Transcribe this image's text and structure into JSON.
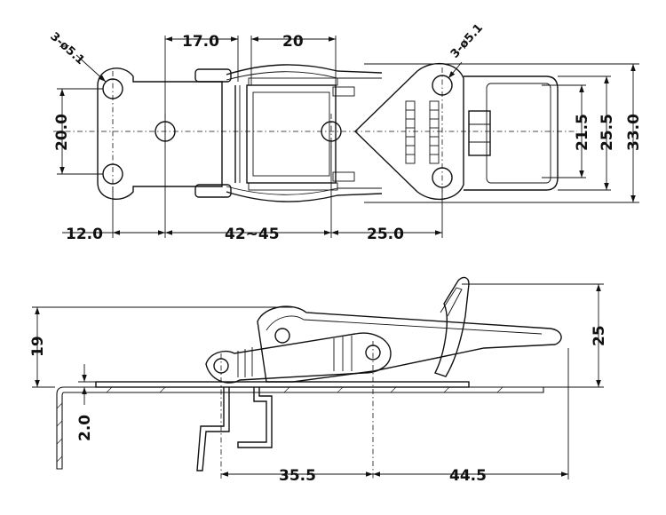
{
  "top_view": {
    "hole_left_callout": "3-ø5.1",
    "hole_right_callout": "3-ø5.1",
    "dim_17": "17.0",
    "dim_20_top": "20",
    "dim_20_left": "20.0",
    "dim_12": "12.0",
    "dim_42_45": "42~45",
    "dim_25_bottom": "25.0",
    "dim_21_5": "21.5",
    "dim_25_5": "25.5",
    "dim_33": "33.0"
  },
  "side_view": {
    "dim_19": "19",
    "dim_2": "2.0",
    "dim_25": "25",
    "dim_35_5": "35.5",
    "dim_44_5": "44.5"
  }
}
